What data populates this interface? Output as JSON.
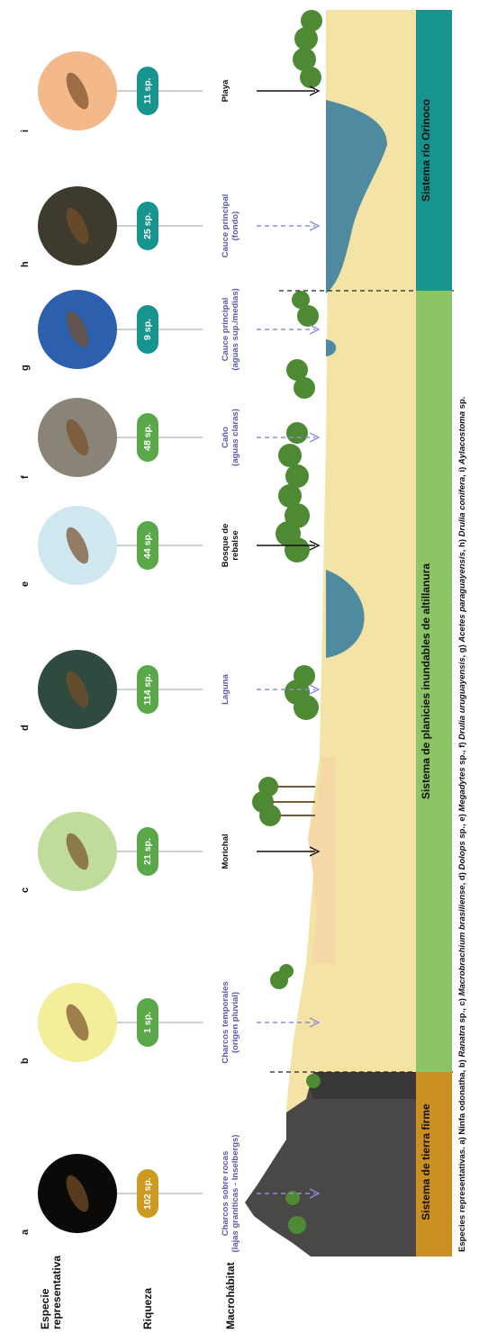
{
  "row_labels": {
    "especie": [
      "Especie",
      "representativa"
    ],
    "riqueza": "Riqueza",
    "macrohabitat": "Macrohábitat"
  },
  "items": [
    {
      "letter": "a",
      "richness": "102 sp.",
      "macro": [
        "Charcos sobre rocas",
        "(lajas graníticas - Inselbergs)"
      ],
      "icon": "nymph-odonata-icon",
      "photo_bg": "#0c0a08",
      "pill_color": "#cc9a22",
      "label_color": "#5a5aa8"
    },
    {
      "letter": "b",
      "richness": "1 sp.",
      "macro": [
        "Charcos temporales",
        "(origen pluvial)"
      ],
      "icon": "ranatra-icon",
      "photo_bg": "#f3ee9a",
      "pill_color": "#5aa84a",
      "label_color": "#5a5aa8"
    },
    {
      "letter": "c",
      "richness": "21 sp.",
      "macro": [
        "Morichal"
      ],
      "icon": "macrobrachium-icon",
      "photo_bg": "#bfdc9a",
      "pill_color": "#5aa84a",
      "label_color": "#111111"
    },
    {
      "letter": "d",
      "richness": "114 sp.",
      "macro": [
        "Laguna"
      ],
      "icon": "dolops-icon",
      "photo_bg": "#2f4a3e",
      "pill_color": "#5aa84a",
      "label_color": "#5a5aa8"
    },
    {
      "letter": "e",
      "richness": "44 sp.",
      "macro": [
        "Bosque de",
        "rebalse"
      ],
      "icon": "megadytes-icon",
      "photo_bg": "#cfe8f0",
      "pill_color": "#5aa84a",
      "label_color": "#111111"
    },
    {
      "letter": "f",
      "richness": "48 sp.",
      "macro": [
        "Caño",
        "(aguas claras)"
      ],
      "icon": "drulia-uruguayensis-icon",
      "photo_bg": "#8a8478",
      "pill_color": "#5aa84a",
      "label_color": "#5a5aa8"
    },
    {
      "letter": "g",
      "richness": "9 sp.",
      "macro": [
        "Cauce principal",
        "(aguas sup./medias)"
      ],
      "icon": "acetes-icon",
      "photo_bg": "#2c5fae",
      "pill_color": "#17948e",
      "label_color": "#5a5aa8"
    },
    {
      "letter": "h",
      "richness": "25 sp.",
      "macro": [
        "Cauce principal",
        "(fondo)"
      ],
      "icon": "drulia-conifera-icon",
      "photo_bg": "#3e3a2e",
      "pill_color": "#17948e",
      "label_color": "#5a5aa8"
    },
    {
      "letter": "i",
      "richness": "11 sp.",
      "macro": [
        "Playa"
      ],
      "icon": "aylacostoma-icon",
      "photo_bg": "#f4b98a",
      "pill_color": "#17948e",
      "label_color": "#111111"
    }
  ],
  "systems": [
    {
      "name": "Sistema de tierra firme",
      "color": "#cc8f22"
    },
    {
      "name": "Sistema de planicies inundables de altillanura",
      "color": "#8cc466"
    },
    {
      "name": "Sistema río Orinoco",
      "color": "#17948e"
    }
  ],
  "caption": {
    "lead": "Especies representativas. a) Ninfa odonatha, b) ",
    "sp1": "Ranatra",
    "t1": " sp., c) ",
    "sp2": "Macrobrachium brasiliense",
    "t2": ", d) ",
    "sp3": "Dolops",
    "t3": " sp., e) ",
    "sp4": "Megadytes",
    "t4": " sp., f) ",
    "sp5": "Drulia uruguayensis",
    "t5": ", g) ",
    "sp6": "Acetes paraguayensis",
    "t6": ", h) ",
    "sp7": "Drulia conifera",
    "t7": ", i) ",
    "sp8": "Aylacostoma",
    "t8": " sp."
  },
  "colors": {
    "land": "#f3e3a5",
    "water": "#4f8aa0",
    "connector": "#b5b5b5",
    "dashed_arrow": "#8a8fd8"
  }
}
